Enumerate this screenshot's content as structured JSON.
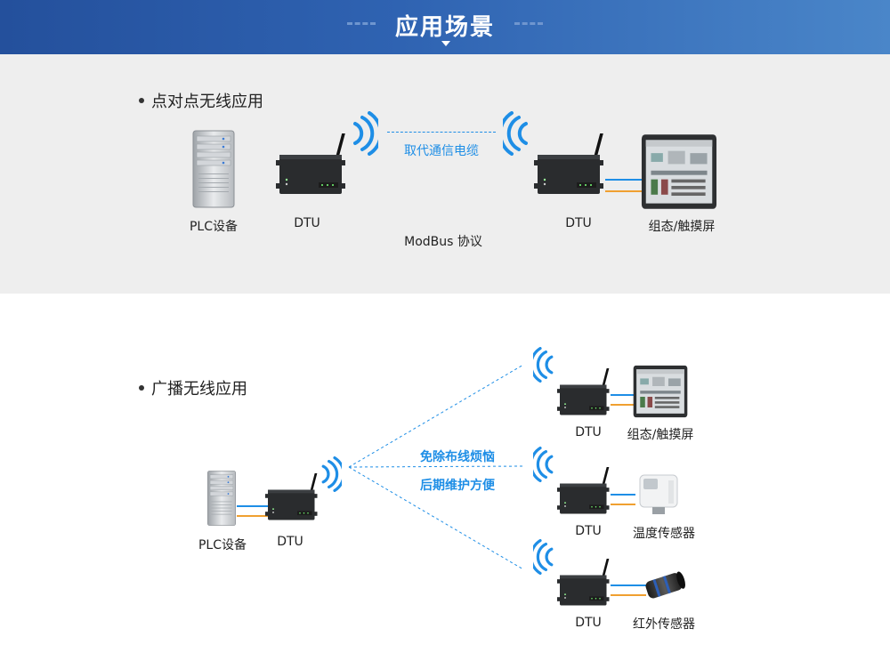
{
  "header": {
    "title": "应用场景"
  },
  "section1": {
    "title": "点对点无线应用",
    "plc_label": "PLC设备",
    "dtu_left_label": "DTU",
    "dtu_right_label": "DTU",
    "link_label": "取代通信电缆",
    "protocol_label": "ModBus 协议",
    "screen_label": "组态/触摸屏"
  },
  "section2": {
    "title": "广播无线应用",
    "plc_label": "PLC设备",
    "dtu_label": "DTU",
    "benefit1": "免除布线烦恼",
    "benefit2": "后期维护方便",
    "targets": [
      {
        "dtu_label": "DTU",
        "device_label": "组态/触摸屏"
      },
      {
        "dtu_label": "DTU",
        "device_label": "温度传感器"
      },
      {
        "dtu_label": "DTU",
        "device_label": "红外传感器"
      }
    ]
  },
  "colors": {
    "accent": "#1e8ee6",
    "header_dark": "#24509c",
    "header_light": "#4a86c9",
    "orange_wire": "#f0a030"
  }
}
